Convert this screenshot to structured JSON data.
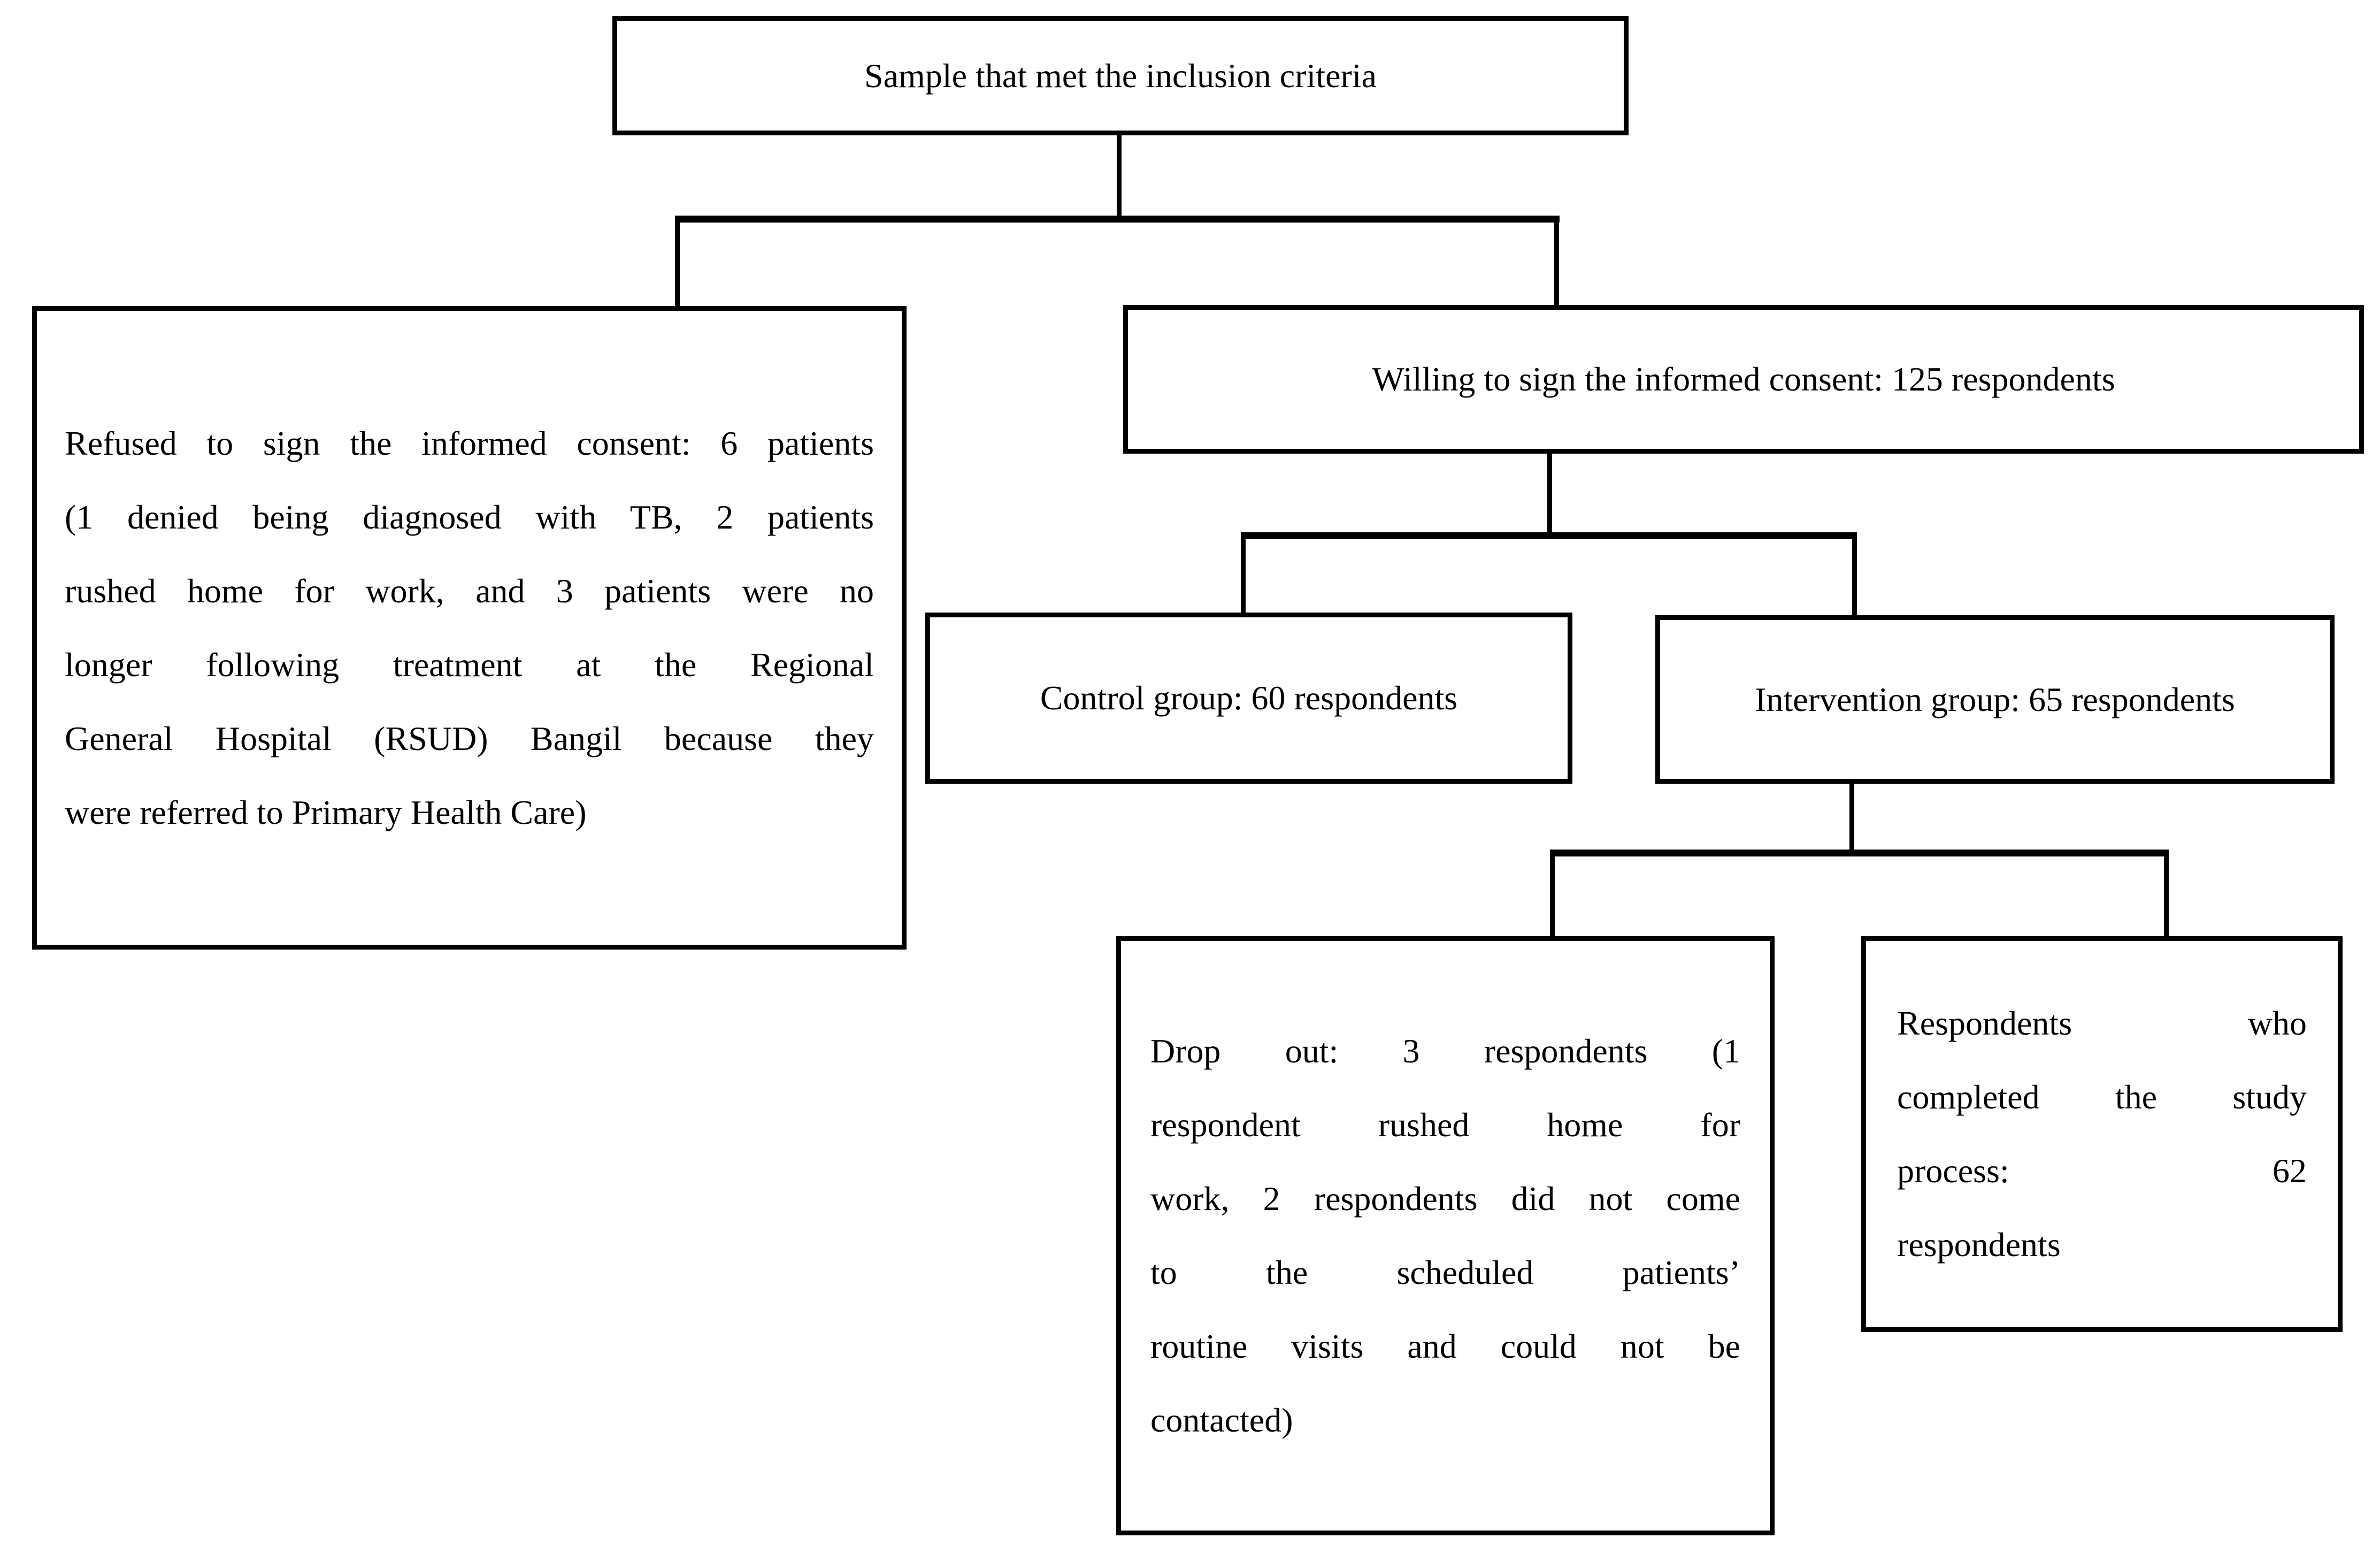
{
  "colors": {
    "line": "#000000",
    "background": "#ffffff",
    "text": "#000000"
  },
  "boxes": {
    "sample": {
      "text": "Sample that met the inclusion criteria"
    },
    "refused": {
      "lines": [
        "Refused to sign the informed consent: 6 patients",
        "(1 denied being diagnosed with TB, 2 patients",
        "rushed home for work, and 3 patients were no",
        "longer following treatment at the Regional",
        "General Hospital (RSUD) Bangil because they",
        "were referred to Primary Health Care)"
      ]
    },
    "willing": {
      "text": "Willing to sign the informed consent: 125 respondents"
    },
    "control": {
      "text": "Control group: 60 respondents"
    },
    "intervention": {
      "text": "Intervention group: 65 respondents"
    },
    "dropout": {
      "lines": [
        "Drop out: 3 respondents (1",
        "respondent rushed home for",
        "work, 2 respondents did not come",
        "to the scheduled patients’",
        "routine visits and could not be",
        "contacted)"
      ]
    },
    "completed": {
      "lines": [
        "Respondents who",
        "completed the study",
        "process: 62",
        "respondents"
      ]
    }
  }
}
